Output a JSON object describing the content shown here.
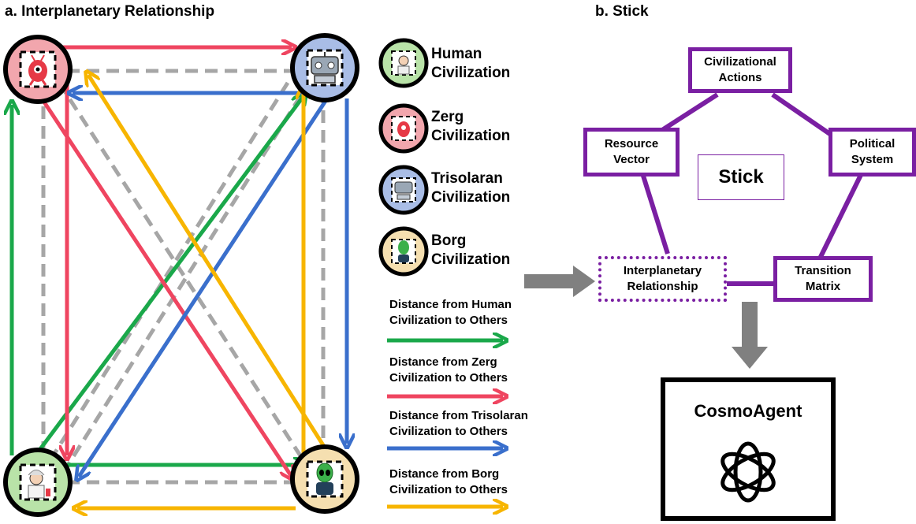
{
  "panel_a": {
    "title": "a. Interplanetary Relationship",
    "civilizations": [
      {
        "name_line1": "Human",
        "name_line2": "Civilization",
        "icon": "scientist-icon",
        "color": "#b9e3a8"
      },
      {
        "name_line1": "Zerg",
        "name_line2": "Civilization",
        "icon": "zerg-alien-icon",
        "color": "#f2a6ad"
      },
      {
        "name_line1": "Trisolaran",
        "name_line2": "Civilization",
        "icon": "robot-icon",
        "color": "#a9bde6"
      },
      {
        "name_line1": "Borg",
        "name_line2": "Civilization",
        "icon": "green-alien-icon",
        "color": "#f5dfb0"
      }
    ],
    "distance_legend": [
      {
        "line1": "Distance from Human",
        "line2": "Civilization to Others",
        "color": "#1aa84a"
      },
      {
        "line1": "Distance from Zerg",
        "line2": "Civilization to Others",
        "color": "#ef4560"
      },
      {
        "line1": "Distance from Trisolaran",
        "line2": "Civilization to Others",
        "color": "#3a6fcc"
      },
      {
        "line1": "Distance from Borg",
        "line2": "Civilization to Others",
        "color": "#f7b500"
      }
    ],
    "dash_color": "#a6a6a6"
  },
  "panel_b": {
    "title": "b. Stick",
    "center_label": "Stick",
    "nodes": {
      "actions": {
        "line1": "Civilizational",
        "line2": "Actions"
      },
      "resource": {
        "line1": "Resource",
        "line2": "Vector"
      },
      "political": {
        "line1": "Political",
        "line2": "System"
      },
      "relationship": {
        "line1": "Interplanetary",
        "line2": "Relationship"
      },
      "transition": {
        "line1": "Transition",
        "line2": "Matrix"
      }
    },
    "edge_color": "#7a1fa2",
    "agent_label": "CosmoAgent",
    "agent_icon": "openai-logo-icon",
    "arrow_color": "#808080"
  }
}
